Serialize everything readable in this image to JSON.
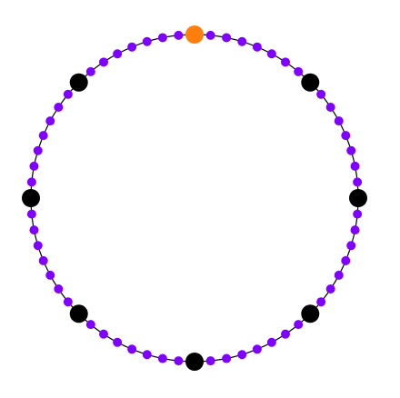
{
  "ring": {
    "total_positions": 64,
    "colors": {
      "track_line": "#000000",
      "small_dot": "#8000ff",
      "marker": "#000000",
      "highlight": "#ff7f0e",
      "background": "#ffffff"
    },
    "marker_positions": [
      8,
      16,
      24,
      32,
      40,
      48,
      56
    ],
    "highlight_position": 0,
    "empty_positions": []
  }
}
